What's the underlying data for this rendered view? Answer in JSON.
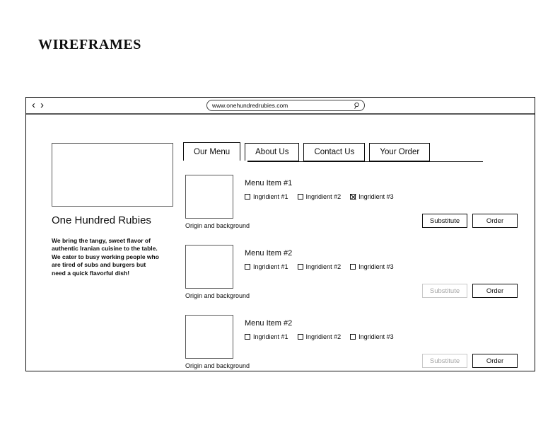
{
  "slide": {
    "title": "WIREFRAMES"
  },
  "browser": {
    "nav": {
      "back_label": "‹",
      "forward_label": "›"
    },
    "url": "www.onehundredrubies.com",
    "search_icon": "magnifier-icon"
  },
  "sidebar": {
    "hero_image_alt": "hero-image-placeholder",
    "brand_name": "One Hundred Rubies",
    "blurb": "We bring the tangy, sweet flavor of authentic Iranian cuisine to the table. We cater to busy working people who are tired of subs and burgers but need a quick flavorful dish!"
  },
  "tabs": [
    {
      "label": "Our Menu",
      "active": true
    },
    {
      "label": "About Us",
      "active": false
    },
    {
      "label": "Contact Us",
      "active": false
    },
    {
      "label": "Your Order",
      "active": false
    }
  ],
  "menu_items": [
    {
      "title": "Menu Item #1",
      "caption": "Origin and background",
      "ingredients": [
        {
          "label": "Ingridient #1",
          "checked": false
        },
        {
          "label": "Ingridient #2",
          "checked": false
        },
        {
          "label": "Ingridient #3",
          "checked": true
        }
      ],
      "substitute_label": "Substitute",
      "substitute_enabled": true,
      "order_label": "Order"
    },
    {
      "title": "Menu Item #2",
      "caption": "Origin and background",
      "ingredients": [
        {
          "label": "Ingridient #1",
          "checked": false
        },
        {
          "label": "Ingridient #2",
          "checked": false
        },
        {
          "label": "Ingridient #3",
          "checked": false
        }
      ],
      "substitute_label": "Substitute",
      "substitute_enabled": false,
      "order_label": "Order"
    },
    {
      "title": "Menu Item #2",
      "caption": "Origin and background",
      "ingredients": [
        {
          "label": "Ingridient #1",
          "checked": false
        },
        {
          "label": "Ingridient #2",
          "checked": false
        },
        {
          "label": "Ingridient #3",
          "checked": false
        }
      ],
      "substitute_label": "Substitute",
      "substitute_enabled": false,
      "order_label": "Order"
    }
  ],
  "colors": {
    "ink": "#0d0d0d",
    "muted_border": "#595959",
    "disabled": "#a6a6a6"
  }
}
